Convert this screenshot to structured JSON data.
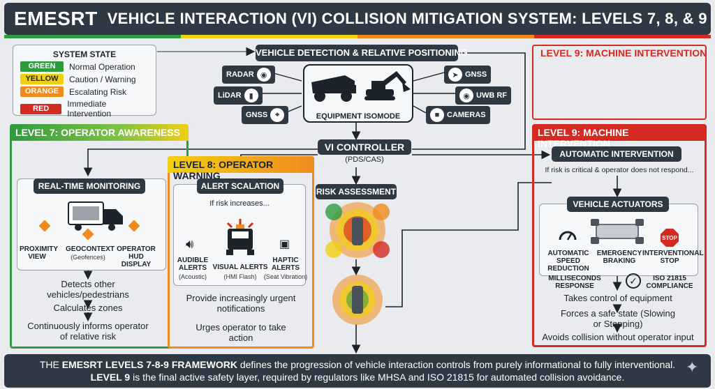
{
  "header": {
    "brand": "EMESRT",
    "title": "VEHICLE INTERACTION (VI) COLLISION MITIGATION SYSTEM: LEVELS 7, 8, & 9"
  },
  "system_state": {
    "title": "SYSTEM STATE",
    "rows": [
      {
        "code": "GREEN",
        "label": "Normal Operation",
        "color": "#2e9b3e"
      },
      {
        "code": "YELLOW",
        "label": "Caution / Warning",
        "color": "#f1cf12"
      },
      {
        "code": "ORANGE",
        "label": "Escalating Risk",
        "color": "#f08a1c"
      },
      {
        "code": "RED",
        "label": "Immediate Intervention",
        "color": "#d42a22"
      }
    ]
  },
  "detection": {
    "title": "VEHICLE DETECTION & RELATIVE POSITIONING",
    "center_label": "EQUIPMENT ISOMODE",
    "sensors_left": [
      "RADAR",
      "LiDAR",
      "GNSS"
    ],
    "sensors_right": [
      "GNSS",
      "UWB RF",
      "CAMERAS"
    ]
  },
  "controller": {
    "title": "VI CONTROLLER",
    "subtitle": "(PDS/CAS)",
    "risk_title": "RISK ASSESSMENT"
  },
  "level7": {
    "tab": "LEVEL 7: OPERATOR AWARENESS",
    "box_title": "REAL-TIME MONITORING",
    "items": [
      {
        "label": "PROXIMITY VIEW",
        "sub": ""
      },
      {
        "label": "GEOCONTEXT",
        "sub": "(Geofences)"
      },
      {
        "label": "OPERATOR HUD DISPLAY",
        "sub": ""
      }
    ],
    "steps": [
      "Detects other vehicles/pedestrians",
      "Calculates zones",
      "Continuously informs operator of relative risk"
    ]
  },
  "level8": {
    "tab": "LEVEL 8: OPERATOR WARNING",
    "box_title": "ALERT SCALATION",
    "trigger": "If risk increases...",
    "alerts": [
      {
        "label": "AUDIBLE ALERTS",
        "sub": "(Acoustic)"
      },
      {
        "label": "VISUAL ALERTS",
        "sub": "(HMI Flash)"
      },
      {
        "label": "HAPTIC ALERTS",
        "sub": "(Seat Vibration)"
      }
    ],
    "steps": [
      "Provide increasingly urgent notifications",
      "Urges operator to take action"
    ]
  },
  "level9_top": {
    "tab": "LEVEL 9: MACHINE INTERVENTION"
  },
  "level9": {
    "tab": "LEVEL 9: MACHINE INTERVENTION",
    "auto_title": "AUTOMATIC INTERVENTION",
    "trigger": "If risk is critical & operator does not respond...",
    "actuators_title": "VEHICLE ACTUATORS",
    "actuators": [
      {
        "label": "AUTOMATIC SPEED REDUCTION"
      },
      {
        "label": "EMERGENCY BRAKING"
      },
      {
        "label": "INTERVENTIONAL STOP"
      }
    ],
    "stop_sign": "STOP",
    "response": "MILLISECONDS RESPONSE",
    "compliance": "ISO 21815 COMPLIANCE",
    "steps": [
      "Takes control of equipment",
      "Forces a safe state (Slowing or Stopping)",
      "Avoids collision without operator input"
    ]
  },
  "footer": {
    "line1_pre": "THE ",
    "line1_bold": "EMESRT LEVELS 7-8-9 FRAMEWORK",
    "line1_post": " defines the progression of vehicle interaction controls from purely informational to fully interventional.",
    "line2_bold": "LEVEL 9",
    "line2_post": " is the final active safety layer, required by regulators like MHSA and ISO 21815 for automated collision avoidance."
  },
  "colors": {
    "dark": "#2f3943",
    "green": "#2e9b3e",
    "yellow": "#f1cf12",
    "orange": "#f08a1c",
    "red": "#d42a22"
  }
}
